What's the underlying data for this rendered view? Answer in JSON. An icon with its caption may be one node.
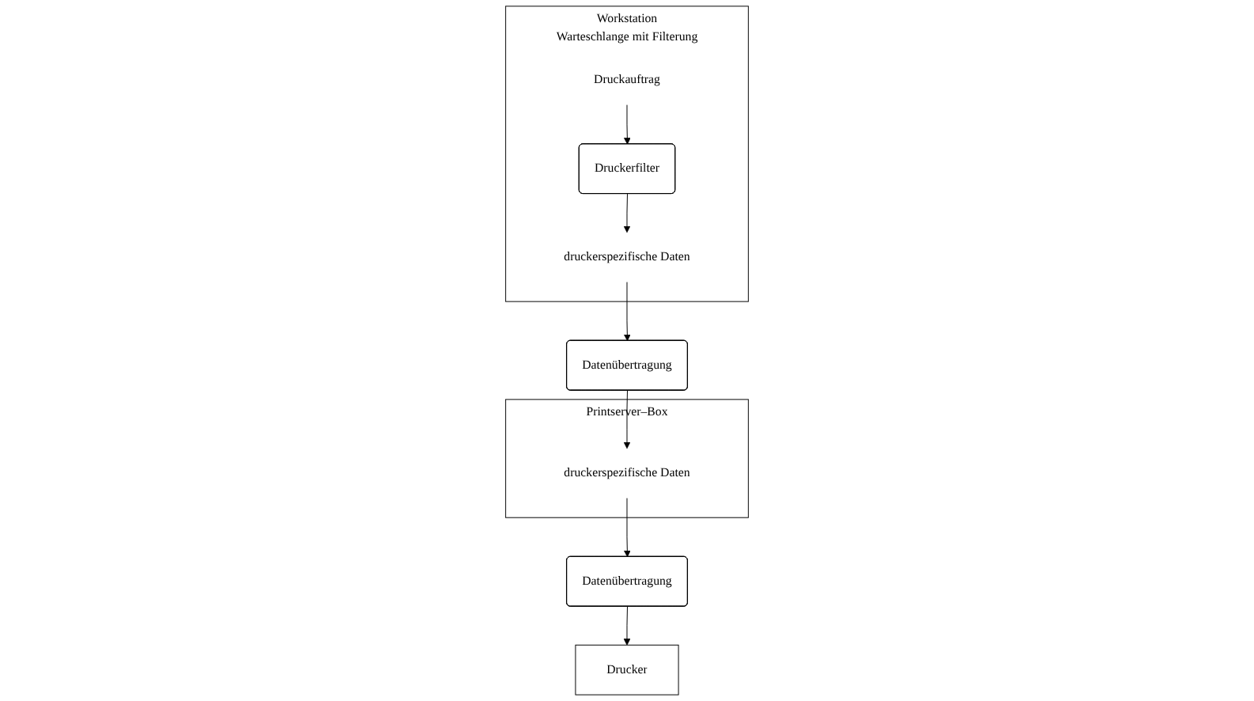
{
  "diagram": {
    "nodes": [
      {
        "text": [
          "Workstation",
          "Warteschlange mit Filterung"
        ]
      },
      {
        "text": [
          "Druckauftrag"
        ],
        "in": 0
      },
      {
        "text": [
          "Druckerfilter"
        ],
        "in": 0
      },
      {
        "text": [
          "druckerspezifische Daten"
        ],
        "in": 0
      },
      {
        "text": [
          "Datenübertragung"
        ]
      },
      {
        "text": [
          "Printserver–Box"
        ]
      },
      {
        "text": [
          "druckerspezifische Daten"
        ],
        "in": 5
      },
      {
        "text": [
          "Datenübertragung"
        ]
      },
      {
        "text": [
          "Drucker"
        ]
      }
    ],
    "edges": [
      {
        "from": 1,
        "to": 2,
        "arrow": "to"
      },
      {
        "from": 2,
        "to": 3,
        "arrow": "to"
      },
      {
        "from": 3,
        "to": 4,
        "arrow": "to"
      },
      {
        "from": 4,
        "to": 6,
        "arrow": "to"
      },
      {
        "from": 6,
        "to": 7,
        "arrow": "to"
      },
      {
        "from": 7,
        "to": 8,
        "arrow": "to"
      }
    ]
  }
}
